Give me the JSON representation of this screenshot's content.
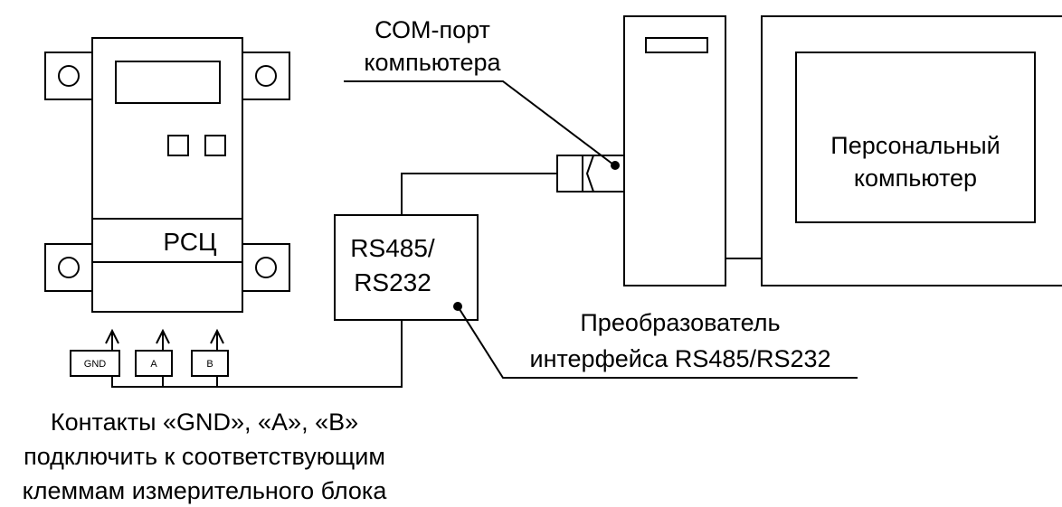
{
  "device": {
    "label": "РСЦ",
    "contacts": [
      "GND",
      "A",
      "B"
    ]
  },
  "converter": {
    "line1": "RS485/",
    "line2": "RS232"
  },
  "callouts": {
    "com_port": [
      "СОМ-порт",
      "компьютера"
    ],
    "converter": [
      "Преобразователь",
      "интерфейса RS485/RS232"
    ]
  },
  "pc": {
    "lines": [
      "Персональный",
      "компьютер"
    ]
  },
  "note": {
    "lines": [
      "Контакты «GND», «A», «B»",
      "подключить к соответствующим",
      "клеммам измерительного блока"
    ]
  }
}
